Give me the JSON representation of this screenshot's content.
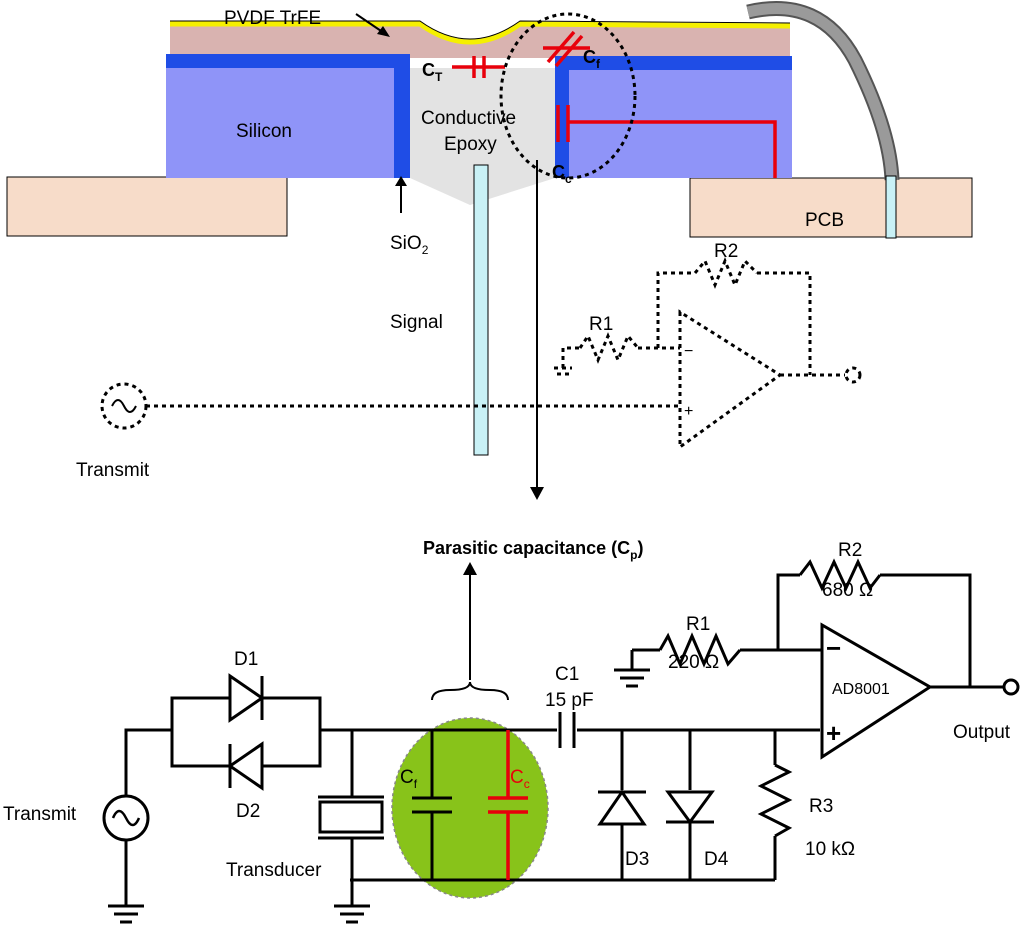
{
  "cross_section": {
    "pvdf_label": "PVDF TrFE",
    "silicon_label": "Silicon",
    "epoxy_label_line1": "Conductive",
    "epoxy_label_line2": "Epoxy",
    "pcb_label": "PCB",
    "sio2_label": "SiO",
    "sio2_sub": "2",
    "signal_label": "Signal",
    "transmit_label": "Transmit",
    "ct_label": "C",
    "ct_sub": "T",
    "cf_label": "C",
    "cf_sub": "f",
    "cc_label": "C",
    "cc_sub": "c",
    "r1_label": "R1",
    "r2_label": "R2"
  },
  "schematic": {
    "parasitic_label": "Parasitic capacitance (C",
    "parasitic_sub": "p",
    "parasitic_close": ")",
    "d1_label": "D1",
    "d2_label": "D2",
    "d3_label": "D3",
    "d4_label": "D4",
    "transmit_label": "Transmit",
    "transducer_label": "Transducer",
    "cf_label": "C",
    "cf_sub": "f",
    "cc_label": "C",
    "cc_sub": "c",
    "c1_label": "C1",
    "c1_value": "15 pF",
    "r1_label": "R1",
    "r1_value": "220 Ω",
    "r2_label": "R2",
    "r2_value": "680 Ω",
    "r3_label": "R3",
    "r3_value": "10 kΩ",
    "opamp_label": "AD8001",
    "minus_sign": "−",
    "plus_sign": "+",
    "output_label": "Output"
  },
  "colors": {
    "silicon": "#8f94f8",
    "silicon_edge": "#1f4de6",
    "pvdf": "#d9b3b0",
    "pvdf_top": "#f5f000",
    "epoxy": "#e3e3e3",
    "pcb": "#f7dcc9",
    "capacitor": "#e8000b",
    "parasitic_fill": "#88c31a",
    "signal_probe": "#c9f1f6",
    "cable": "#9a9a9a"
  }
}
